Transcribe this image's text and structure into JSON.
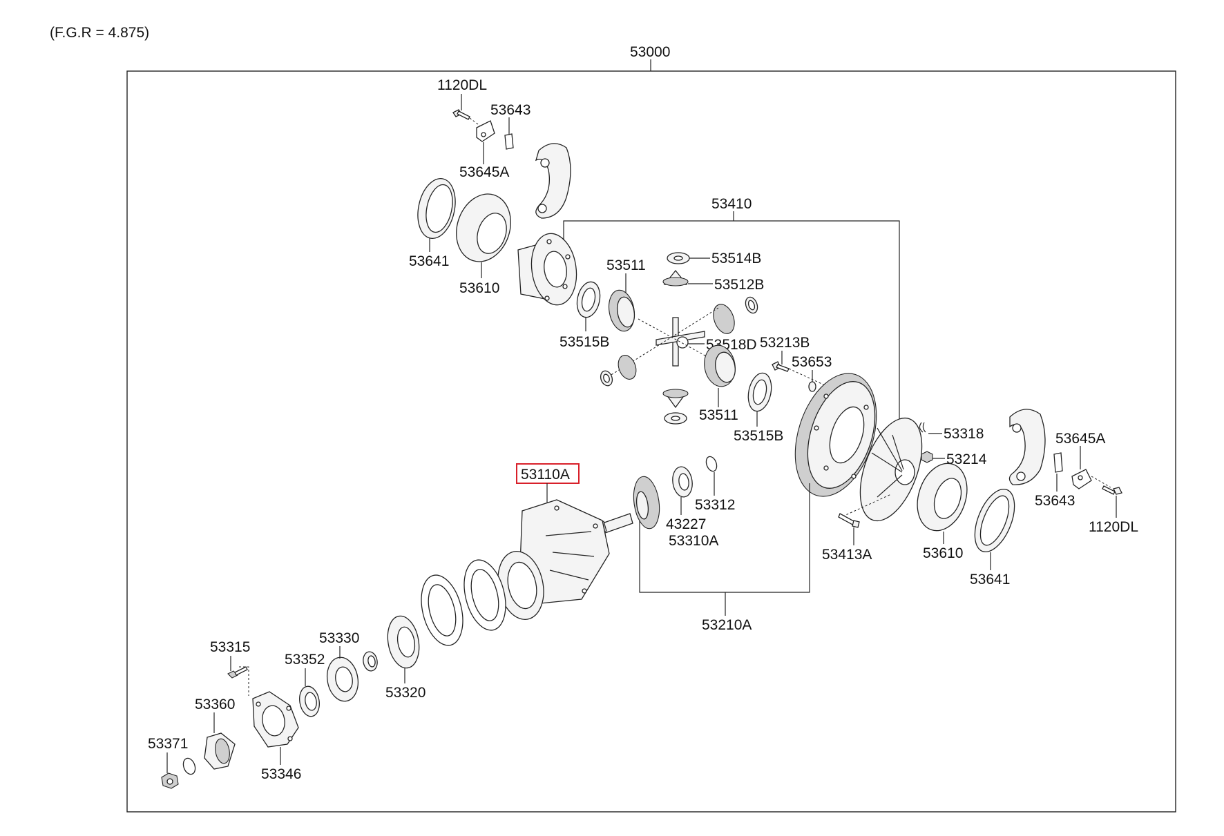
{
  "ratio_note": "(F.G.R = 4.875)",
  "assembly": "53000",
  "highlighted": "53110A",
  "labels": {
    "l1120DL_top": "1120DL",
    "l53643_top": "53643",
    "l53645A_top": "53645A",
    "l53641_left": "53641",
    "l53610_left": "53610",
    "l53410": "53410",
    "l53514B": "53514B",
    "l53511_top": "53511",
    "l53512B": "53512B",
    "l53515B_left": "53515B",
    "l53518D": "53518D",
    "l53213B": "53213B",
    "l53653": "53653",
    "l53511_bot": "53511",
    "l53515B_right": "53515B",
    "l53318": "53318",
    "l53214": "53214",
    "l53645A_right": "53645A",
    "l53643_right": "53643",
    "l1120DL_right": "1120DL",
    "l53110A": "53110A",
    "l53312": "53312",
    "l43227": "43227",
    "l53310A": "53310A",
    "l53413A": "53413A",
    "l53610_right": "53610",
    "l53641_right": "53641",
    "l53210A": "53210A",
    "l53315": "53315",
    "l53330": "53330",
    "l53352": "53352",
    "l53320": "53320",
    "l53360": "53360",
    "l53371": "53371",
    "l53346": "53346"
  }
}
